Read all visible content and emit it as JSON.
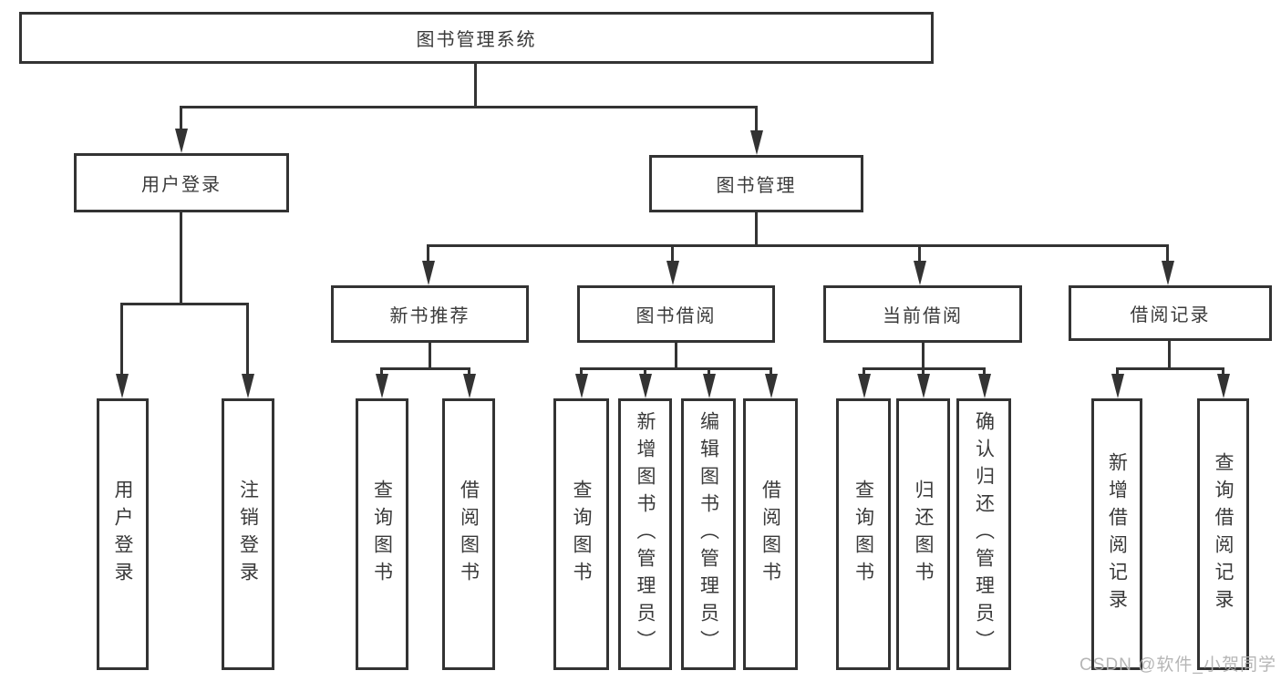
{
  "diagram_title": "图书管理系统",
  "colors": {
    "line": "#333333",
    "text": "#3a3a3a",
    "watermark": "#b0b0b0",
    "background": "#ffffff"
  },
  "tree": {
    "label": "图书管理系统",
    "children": [
      {
        "label": "用户登录",
        "children": [
          {
            "label": "用户登录"
          },
          {
            "label": "注销登录"
          }
        ]
      },
      {
        "label": "图书管理",
        "children": [
          {
            "label": "新书推荐",
            "children": [
              {
                "label": "查询图书"
              },
              {
                "label": "借阅图书"
              }
            ]
          },
          {
            "label": "图书借阅",
            "children": [
              {
                "label": "查询图书"
              },
              {
                "label": "新增图书（管理员）"
              },
              {
                "label": "编辑图书（管理员）"
              },
              {
                "label": "借阅图书"
              }
            ]
          },
          {
            "label": "当前借阅",
            "children": [
              {
                "label": "查询图书"
              },
              {
                "label": "归还图书"
              },
              {
                "label": "确认归还（管理员）"
              }
            ]
          },
          {
            "label": "借阅记录",
            "children": [
              {
                "label": "新增借阅记录"
              },
              {
                "label": "查询借阅记录"
              }
            ]
          }
        ]
      }
    ]
  },
  "watermark": "CSDN @软件_小贺同学"
}
